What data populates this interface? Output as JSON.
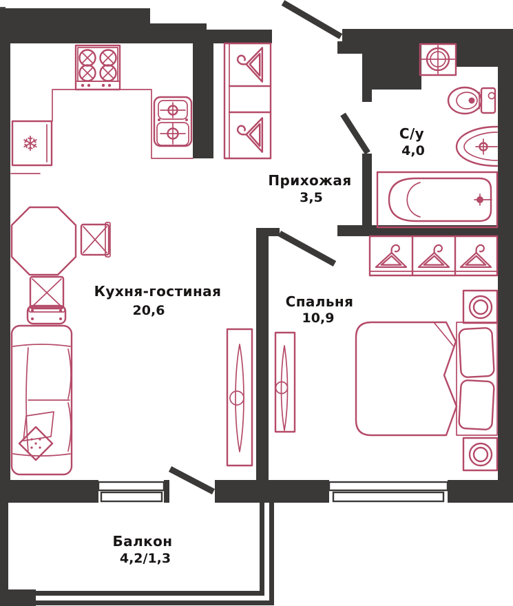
{
  "plan": {
    "rooms": [
      {
        "id": "kitchen-living",
        "name": "Кухня-гостиная",
        "area": "20,6"
      },
      {
        "id": "bedroom",
        "name": "Спальня",
        "area": "10,9"
      },
      {
        "id": "hallway",
        "name": "Прихожая",
        "area": "3,5"
      },
      {
        "id": "bathroom",
        "name": "С/у",
        "area": "4,0"
      },
      {
        "id": "balcony",
        "name": "Балкон",
        "area": "4,2/1,3"
      }
    ],
    "colors": {
      "wall": "#3b3838",
      "furniture": "#b44a68",
      "text": "#181515",
      "background": "#ffffff"
    },
    "icons": {
      "snowflake": "❄"
    }
  }
}
